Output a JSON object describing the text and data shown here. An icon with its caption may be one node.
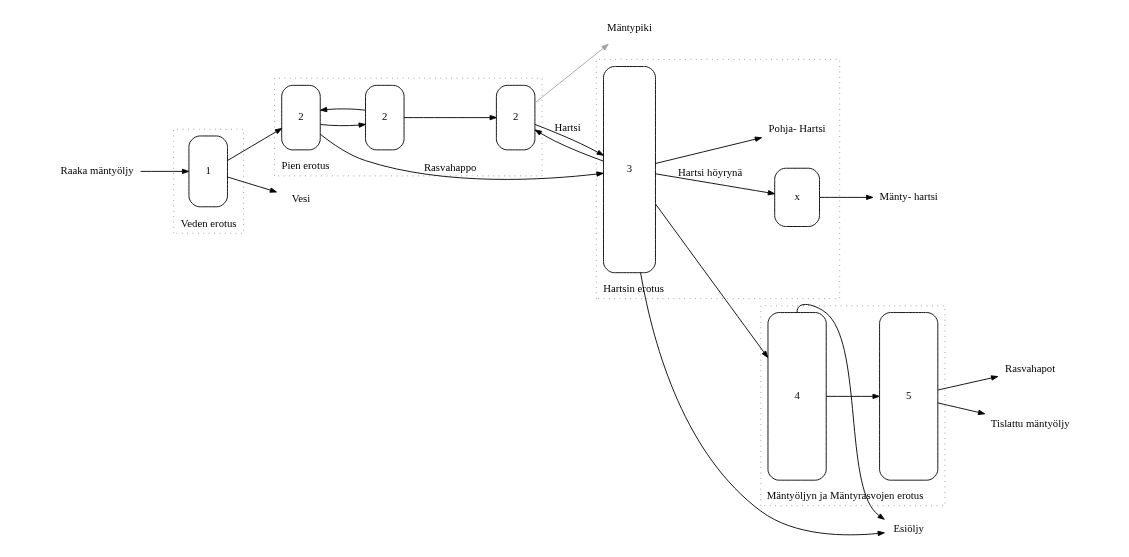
{
  "diagram": {
    "nodes": [
      {
        "text": [
          "Veden erotus"
        ]
      },
      {
        "text": [
          "1"
        ],
        "in": 0
      },
      {
        "text": [
          "Pien erotus"
        ]
      },
      {
        "text": [
          "2"
        ],
        "in": 2
      },
      {
        "text": [
          "2"
        ],
        "in": 2
      },
      {
        "text": [
          "2"
        ],
        "in": 2
      },
      {
        "text": [
          "Hartsin erotus"
        ]
      },
      {
        "text": [
          "3"
        ],
        "in": 6
      },
      {
        "text": [
          "x"
        ],
        "in": 6
      },
      {
        "text": [
          "Mäntyöljyn ja Mäntyrasvojen erotus"
        ]
      },
      {
        "text": [
          "4"
        ],
        "in": 9
      },
      {
        "text": [
          "5"
        ],
        "in": 9
      },
      {
        "text": [
          "Raaka mäntyöljy"
        ]
      },
      {
        "text": [
          "Vesi"
        ]
      },
      {
        "text": [
          "Esiöljy"
        ]
      },
      {
        "text": [
          "Rasvahapot"
        ]
      },
      {
        "text": [
          "Tislattu mäntyöljy"
        ]
      },
      {
        "text": [
          "Mänty- hartsi"
        ]
      },
      {
        "text": [
          "Mäntypiki"
        ]
      },
      {
        "text": [
          "Pohja- Hartsi"
        ],
        "in": 6
      }
    ],
    "edges": [
      {
        "from": 12,
        "to": 1,
        "arrow": "to"
      },
      {
        "from": 1,
        "to": 13,
        "arrow": "to"
      },
      {
        "from": 1,
        "to": 3,
        "arrow": "to"
      },
      {
        "from": 3,
        "to": 7,
        "arrow": "to",
        "label": "Rasvahappo"
      },
      {
        "from": 4,
        "to": 3,
        "arrow": "to"
      },
      {
        "from": 3,
        "to": 4,
        "arrow": "to"
      },
      {
        "from": 4,
        "to": 5,
        "arrow": "to"
      },
      {
        "from": 5,
        "to": 7,
        "arrow": "to",
        "label": "Hartsi"
      },
      {
        "from": 7,
        "to": 5,
        "arrow": "to"
      },
      {
        "from": 5,
        "to": 18,
        "arrow": "to",
        "color": "#a0a0a0"
      },
      {
        "from": 7,
        "to": 14,
        "arrow": "to"
      },
      {
        "from": 7,
        "to": 10,
        "arrow": "to"
      },
      {
        "from": 10,
        "to": 14,
        "arrow": "to"
      },
      {
        "from": 7,
        "to": 8,
        "arrow": "to",
        "label": "Hartsi höyrynä"
      },
      {
        "from": 7,
        "to": 19,
        "arrow": "to"
      },
      {
        "from": 8,
        "to": 17,
        "arrow": "to"
      },
      {
        "from": 10,
        "to": 11,
        "arrow": "to"
      },
      {
        "from": 11,
        "to": 15,
        "arrow": "to"
      },
      {
        "from": 11,
        "to": 16,
        "arrow": "to"
      }
    ]
  }
}
